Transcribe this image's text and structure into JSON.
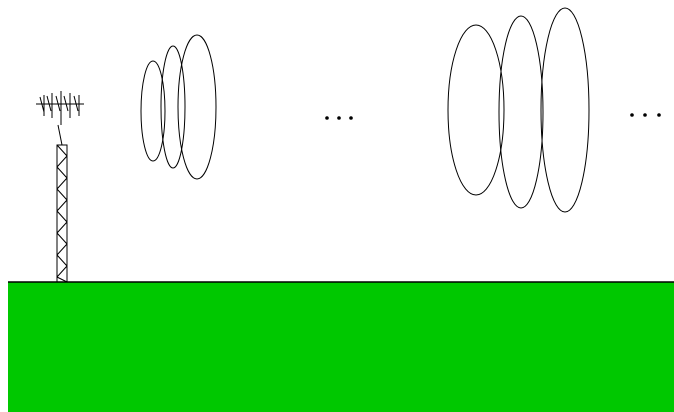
{
  "colors": {
    "sky": "#ffffff",
    "ground": "#00c800",
    "stroke": "#000000"
  },
  "icons": {
    "antenna": "antenna-tower-icon",
    "wavefront": "ellipse-wave-icon",
    "continuation": "ellipsis-icon"
  },
  "scene": {
    "wave_groups": [
      {
        "rings": 3
      },
      {
        "rings": 3
      }
    ],
    "ellipsis_count": 2
  }
}
